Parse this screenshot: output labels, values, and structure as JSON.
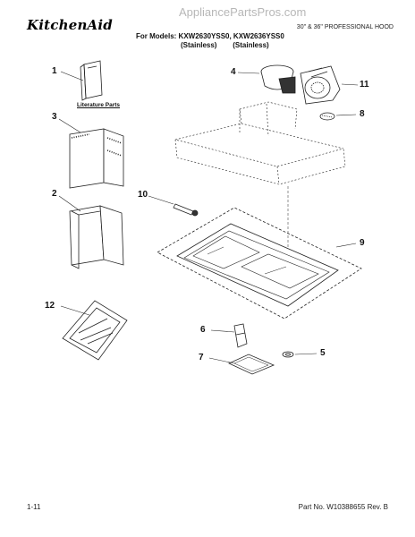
{
  "header": {
    "brand": "KitchenAid",
    "watermark": "AppliancePartsPros.com",
    "hood_title": "30\" & 36\" PROFESSIONAL HOOD",
    "models_line1": "For Models: KXW2630YSS0, KXW2636YSS0",
    "models_line2": "(Stainless)        (Stainless)"
  },
  "callouts": {
    "n1": "1",
    "n2": "2",
    "n3": "3",
    "n4": "4",
    "n5": "5",
    "n6": "6",
    "n7": "7",
    "n8": "8",
    "n9": "9",
    "n10": "10",
    "n11": "11",
    "n12": "12"
  },
  "literature_label": "Literature Parts",
  "footer": {
    "page": "1-11",
    "part_no": "Part No. W10388655 Rev. B"
  }
}
